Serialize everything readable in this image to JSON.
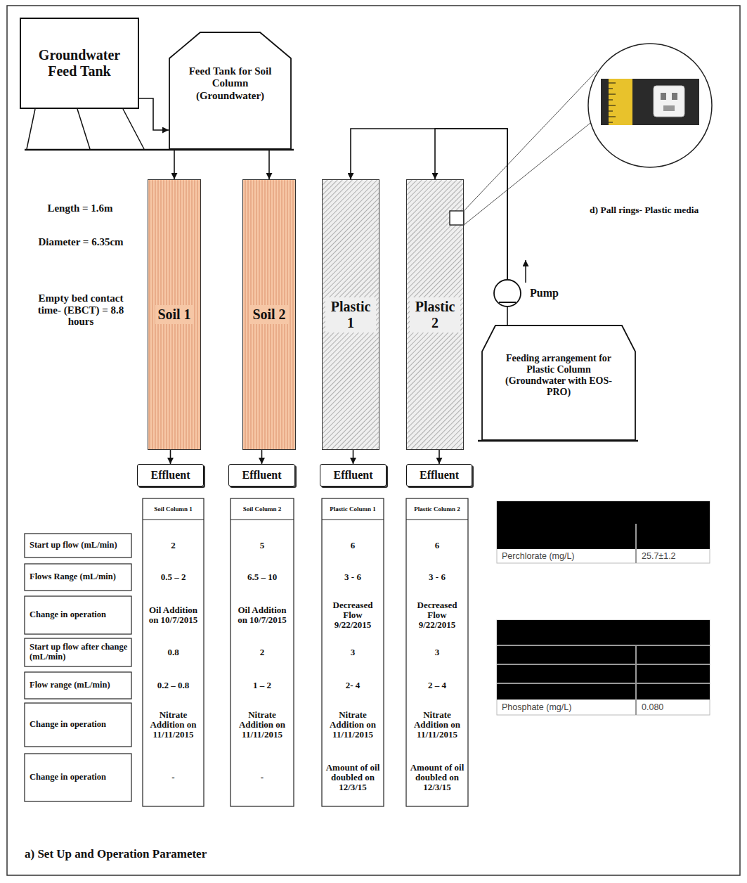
{
  "diagram": {
    "caption": "a) Set Up and Operation Parameter",
    "nodes": [
      {
        "text": [
          "Groundwater Feed Tank"
        ]
      },
      {
        "text": [
          "Feed Tank for Soil Column (Groundwater)"
        ]
      },
      {
        "text": [
          "Soil 1"
        ]
      },
      {
        "text": [
          "Soil 2"
        ]
      },
      {
        "text": [
          "Plastic 1"
        ]
      },
      {
        "text": [
          "Plastic 2"
        ]
      },
      {
        "text": [
          "Pump"
        ]
      },
      {
        "text": [
          "Feeding arrangement for Plastic Column (Groundwater with EOS-PRO)"
        ]
      },
      {
        "text": [
          "Effluent"
        ]
      },
      {
        "text": [
          "Effluent"
        ]
      },
      {
        "text": [
          "Effluent"
        ]
      },
      {
        "text": [
          "Effluent"
        ]
      }
    ],
    "edges": [
      {
        "from": 0,
        "to": 1,
        "arrow": "to"
      },
      {
        "from": 1,
        "to": 2,
        "arrow": "to"
      },
      {
        "from": 1,
        "to": 3,
        "arrow": "to"
      },
      {
        "from": 7,
        "to": 6,
        "arrow": "none"
      },
      {
        "from": 6,
        "to": 4,
        "arrow": "to"
      },
      {
        "from": 6,
        "to": 5,
        "arrow": "to"
      },
      {
        "from": 2,
        "to": 8,
        "arrow": "to"
      },
      {
        "from": 3,
        "to": 9,
        "arrow": "to"
      },
      {
        "from": 4,
        "to": 10,
        "arrow": "to"
      },
      {
        "from": 5,
        "to": 11,
        "arrow": "to"
      }
    ],
    "labels": [
      "Length = 1.6m",
      "Diameter = 6.35cm",
      "Empty bed contact time- (EBCT) = 8.8 hours",
      "d) Pall rings- Plastic media",
      "Soil Column 1",
      "Soil Column 2",
      "Plastic Column 1",
      "Plastic Column 2",
      "Start up flow (mL/min)",
      "Flows Range (mL/min)",
      "Change in operation",
      "Start up flow after change (mL/min)",
      "Flow range (mL/min)",
      "Change in operation",
      "Change in operation",
      "2",
      "0.5 – 2",
      "Oil Addition on 10/7/2015",
      "0.8",
      "0.2 – 0.8",
      "Nitrate Addition on 11/11/2015",
      "-",
      "5",
      "6.5 – 10",
      "Oil Addition on 10/7/2015",
      "2",
      "1 – 2",
      "Nitrate Addition on 11/11/2015",
      "-",
      "6",
      "3 - 6",
      "Decreased Flow 9/22/2015",
      "3",
      "2- 4",
      "Nitrate Addition on 11/11/2015",
      "Amount of oil doubled on 12/3/15",
      "6",
      "3 - 6",
      "Decreased Flow 9/22/2015",
      "3",
      "2 – 4",
      "Nitrate Addition on 11/11/2015",
      "Amount of oil doubled on 12/3/15",
      "Perchlorate (mg/L)",
      "25.7±1.2",
      "Phosphate (mg/L)",
      "0.080"
    ]
  }
}
